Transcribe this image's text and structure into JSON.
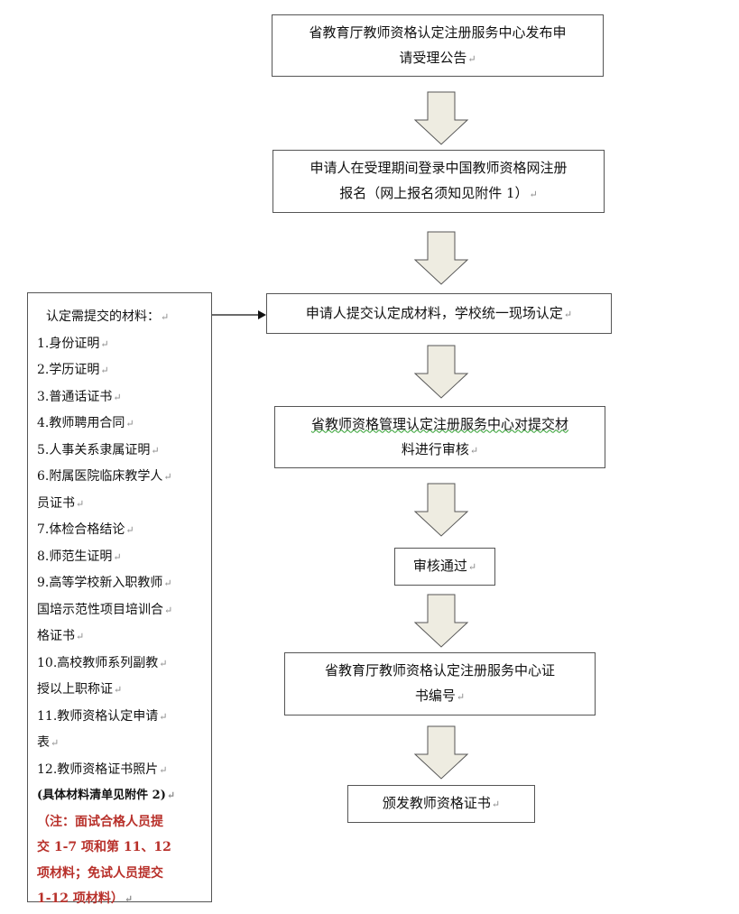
{
  "steps": [
    {
      "line1": "省教育厅教师资格认定注册服务中心发布申",
      "line2": "请受理公告"
    },
    {
      "line1": "申请人在受理期间登录中国教师资格网注册",
      "line2": "报名（网上报名须知见附件 1）"
    },
    {
      "line1": "申请人提交认定成材料，学校统一现场认定",
      "line2": ""
    },
    {
      "line1": "省教师资格管理认定注册服务中心对提交材",
      "line2": "料进行审核"
    },
    {
      "line1": "审核通过",
      "line2": ""
    },
    {
      "line1": "省教育厅教师资格认定注册服务中心证",
      "line2": "书编号"
    },
    {
      "line1": "颁发教师资格证书",
      "line2": ""
    }
  ],
  "materials": {
    "title": "认定需提交的材料：",
    "items": [
      "1.身份证明",
      "2.学历证明",
      "3.普通话证书",
      "4.教师聘用合同",
      "5.人事关系隶属证明",
      "6.附属医院临床教学人",
      "员证书",
      "7.体检合格结论",
      "8.师范生证明",
      "9.高等学校新入职教师",
      "国培示范性项目培训合",
      "格证书",
      "10.高校教师系列副教",
      "授以上职称证",
      "11.教师资格认定申请",
      "表",
      "12.教师资格证书照片"
    ],
    "note": "(具体材料清单见附件 2)",
    "red_note": [
      "（注：面试合格人员提",
      "交 1-7 项和第 11、12",
      "项材料；免试人员提交",
      "1-12 项材料）"
    ]
  },
  "colors": {
    "border": "#555555",
    "arrow_fill": "#eeece1",
    "note_red": "#b8302a"
  },
  "paragraph_mark": "↵"
}
